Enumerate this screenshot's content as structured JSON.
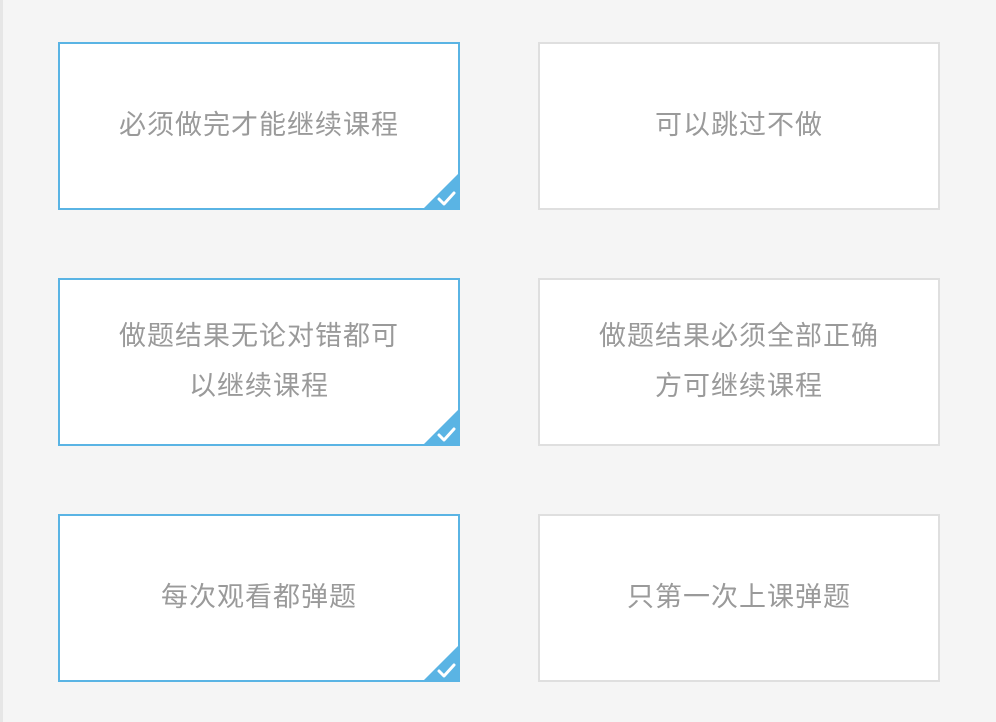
{
  "accent_color": "#5ab4e4",
  "options": [
    {
      "label": "必须做完才能继续课程",
      "selected": true
    },
    {
      "label": "可以跳过不做",
      "selected": false
    },
    {
      "label": "做题结果无论对错都可以继续课程",
      "selected": true
    },
    {
      "label": "做题结果必须全部正确方可继续课程",
      "selected": false
    },
    {
      "label": "每次观看都弹题",
      "selected": true
    },
    {
      "label": "只第一次上课弹题",
      "selected": false
    }
  ],
  "icons": {
    "selected_corner": "checkmark-corner-icon"
  }
}
